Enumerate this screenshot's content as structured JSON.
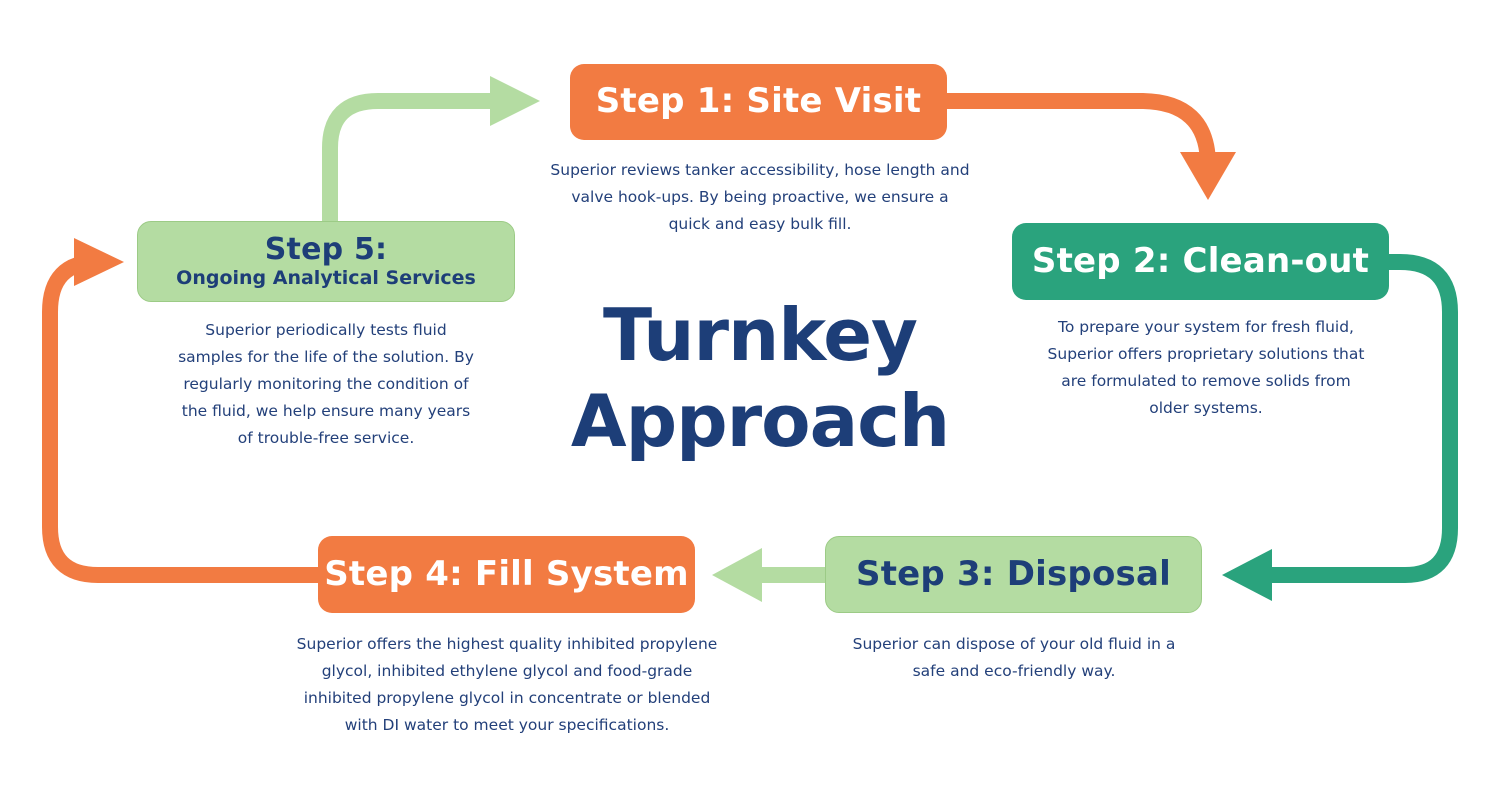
{
  "title": {
    "line1": "Turnkey",
    "line2": "Approach"
  },
  "colors": {
    "orange": "#f27b42",
    "teal": "#2aa37d",
    "light_green": "#b4dca2",
    "navy": "#1d3e78"
  },
  "steps": [
    {
      "label": "Step 1: Site Visit",
      "color": "orange",
      "description_lines": [
        "Superior reviews tanker accessibility, hose length and",
        "valve hook-ups. By being proactive, we ensure a",
        "quick and easy bulk fill."
      ]
    },
    {
      "label": "Step 2: Clean-out",
      "color": "teal",
      "description_lines": [
        "To prepare your system for fresh fluid,",
        "Superior offers proprietary solutions that",
        "are formulated to remove solids from",
        "older systems."
      ]
    },
    {
      "label": "Step 3: Disposal",
      "color": "light_green",
      "description_lines": [
        "Superior can dispose of your old fluid in a",
        "safe and eco-friendly way."
      ]
    },
    {
      "label": "Step 4: Fill System",
      "color": "orange",
      "description_lines": [
        "Superior offers the highest quality inhibited propylene",
        "glycol, inhibited ethylene glycol and food-grade",
        "inhibited propylene glycol in concentrate or blended",
        "with DI water to meet your specifications."
      ]
    },
    {
      "label": "Step 5:",
      "sublabel": "Ongoing Analytical Services",
      "color": "light_green",
      "description_lines": [
        "Superior periodically tests fluid",
        "samples for the life of the solution. By",
        "regularly monitoring the condition of",
        "the fluid, we help ensure many years",
        "of trouble-free service."
      ]
    }
  ],
  "arrows": [
    {
      "from": "Step 1: Site Visit",
      "to": "Step 2: Clean-out",
      "color": "orange"
    },
    {
      "from": "Step 2: Clean-out",
      "to": "Step 3: Disposal",
      "color": "teal"
    },
    {
      "from": "Step 3: Disposal",
      "to": "Step 4: Fill System",
      "color": "light_green"
    },
    {
      "from": "Step 4: Fill System",
      "to": "Step 5:",
      "color": "orange"
    },
    {
      "from": "Step 5:",
      "to": "Step 1: Site Visit",
      "color": "light_green"
    }
  ]
}
